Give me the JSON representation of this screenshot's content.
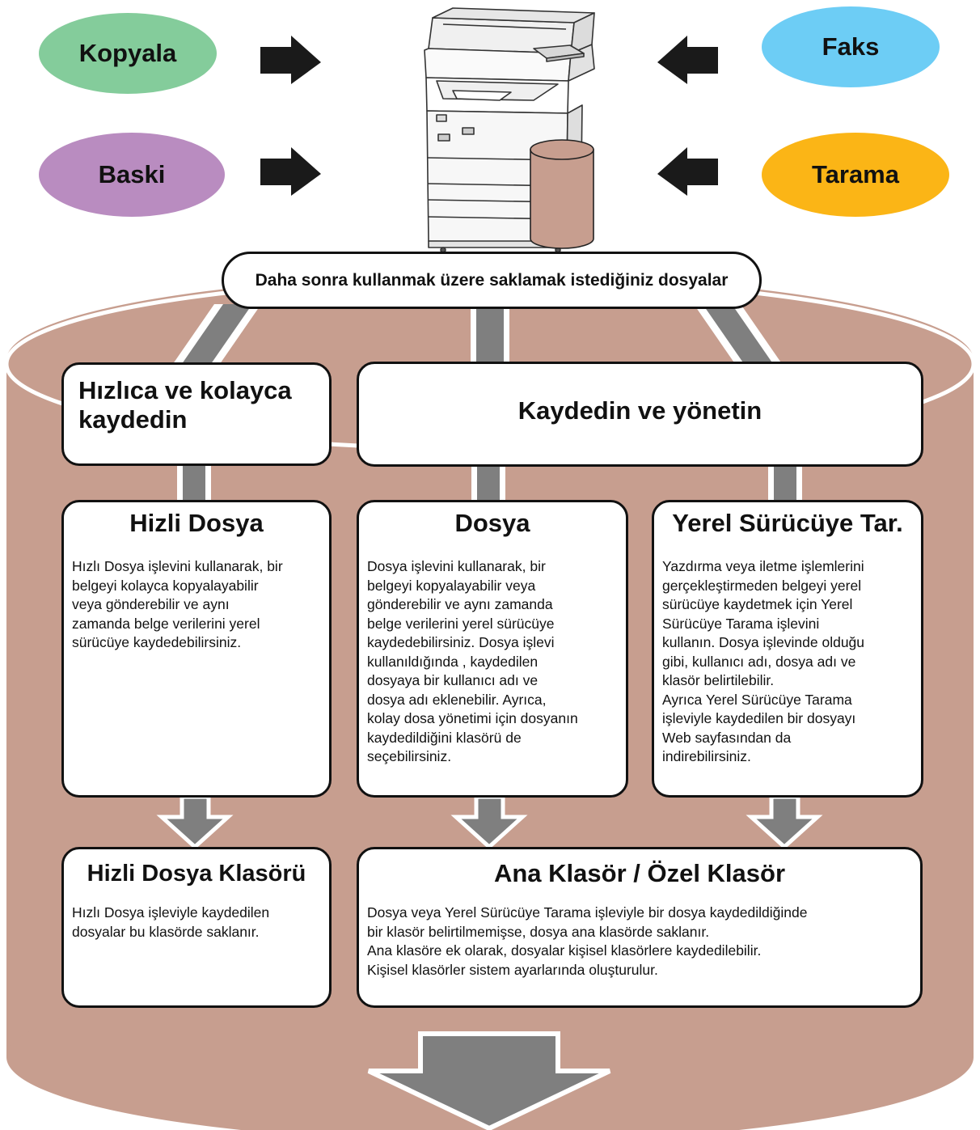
{
  "sources": {
    "copy": {
      "label": "Kopyala",
      "color": "#84cc9b"
    },
    "print": {
      "label": "Baski",
      "color": "#b98cc0"
    },
    "fax": {
      "label": "Faks",
      "color": "#6dcdf5"
    },
    "scan": {
      "label": "Tarama",
      "color": "#fbb516"
    }
  },
  "storage_header": "Daha sonra kullanmak üzere saklamak istediğiniz dosyalar",
  "colors": {
    "storage": "#c79e8f",
    "connector": "#7f7f7f",
    "border": "#111111"
  },
  "categories": {
    "quick": "Hızlıca ve kolayca|kaydedin",
    "managed": "Kaydedin ve yönetin"
  },
  "features": {
    "quick_file": {
      "title": "Hizli Dosya",
      "description": "Hızlı Dosya işlevini kullanarak, bir|belgeyi kolayca kopyalayabilir|veya gönderebilir ve aynı|zamanda belge verilerini yerel|sürücüye kaydedebilirsiniz."
    },
    "file": {
      "title": "Dosya",
      "description": "Dosya işlevini kullanarak, bir|belgeyi kopyalayabilir veya|gönderebilir ve aynı zamanda|belge verilerini yerel sürücüye|kaydedebilirsiniz. Dosya işlevi|kullanıldığında , kaydedilen|dosyaya bir kullanıcı adı ve|dosya adı eklenebilir. Ayrıca,|kolay dosa yönetimi için dosyanın|kaydedildiğini klasörü de|seçebilirsiniz."
    },
    "scan_to_local": {
      "title": "Yerel Sürücüye Tar.",
      "description": "Yazdırma veya iletme işlemlerini|gerçekleştirmeden belgeyi yerel|sürücüye kaydetmek için Yerel|Sürücüye Tarama işlevini|kullanın. Dosya işlevinde olduğu|gibi, kullanıcı adı, dosya adı ve|klasör belirtilebilir.|Ayrıca Yerel Sürücüye Tarama|işleviyle kaydedilen bir dosyayı|Web sayfasından da|indirebilirsiniz."
    }
  },
  "folders": {
    "quick_file_folder": {
      "title": "Hizli Dosya Klasörü",
      "description": "Hızlı Dosya işleviyle kaydedilen|dosyalar bu klasörde saklanır."
    },
    "main_custom_folder": {
      "title": "Ana Klasör / Özel Klasör",
      "description": "Dosya veya Yerel Sürücüye Tarama işleviyle bir dosya kaydedildiğinde|bir klasör belirtilmemişse, dosya ana klasörde saklanır.|Ana klasöre ek olarak, dosyalar kişisel klasörlere kaydedilebilir.|Kişisel klasörler sistem ayarlarında oluşturulur."
    }
  }
}
